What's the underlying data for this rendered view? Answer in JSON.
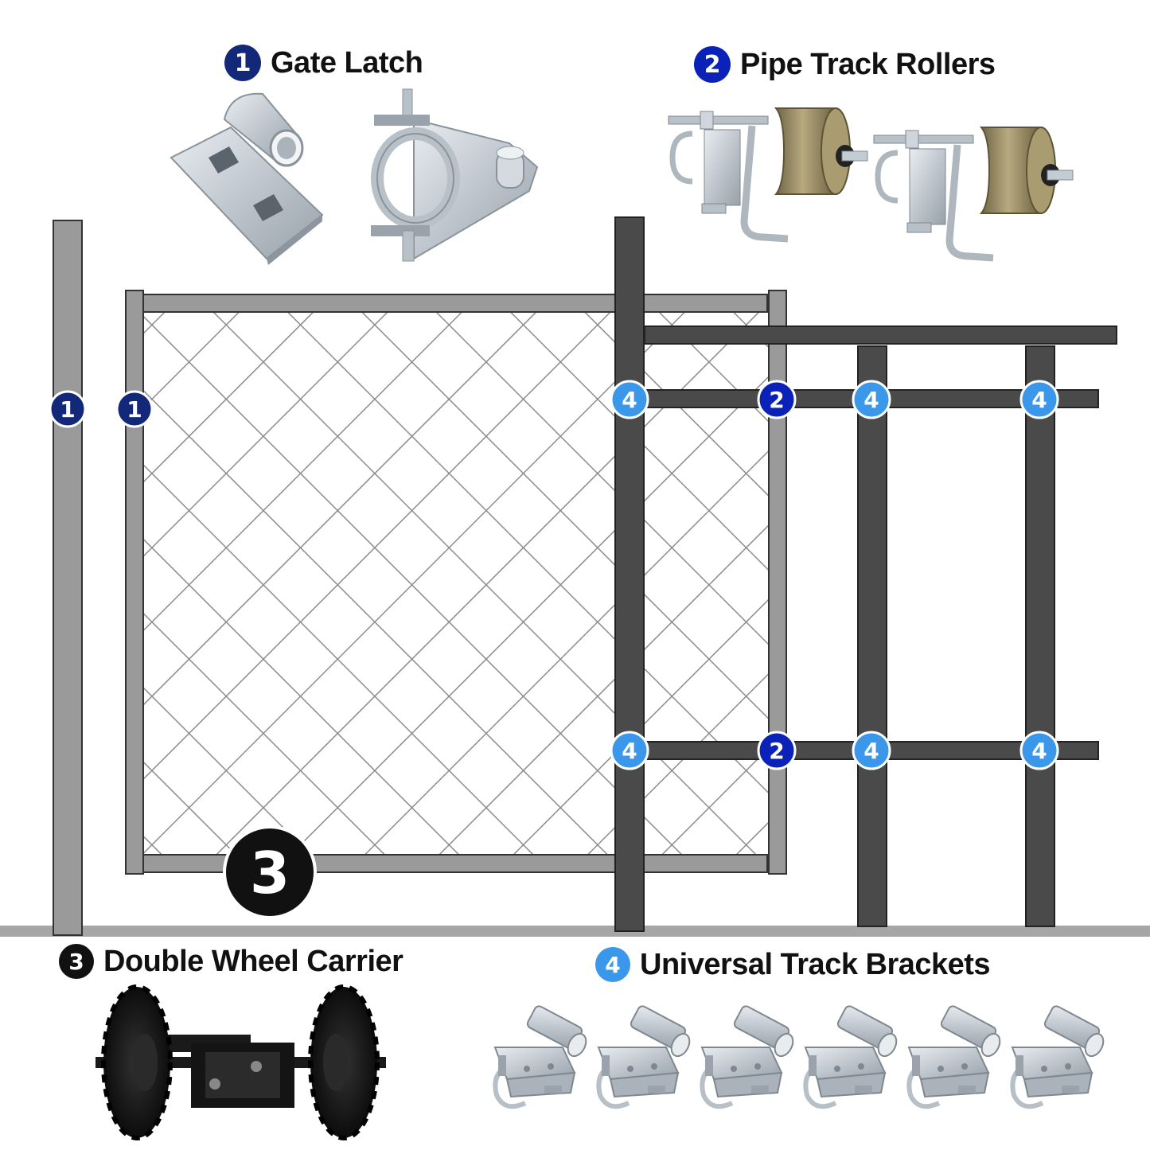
{
  "parts": [
    {
      "number": "1",
      "name": "Gate Latch",
      "badge_color": "#14287a"
    },
    {
      "number": "2",
      "name": "Pipe Track Rollers",
      "badge_color": "#0a22b8"
    },
    {
      "number": "3",
      "name": "Double Wheel Carrier",
      "badge_color": "#111111"
    },
    {
      "number": "4",
      "name": "Universal Track Brackets",
      "badge_color": "#3a97ea"
    }
  ],
  "diagram_markers": {
    "latch": "1",
    "roller": "2",
    "carrier": "3",
    "bracket": "4"
  },
  "colors": {
    "gate_frame": "#9a9a9a",
    "track_frame": "#4a4a4a",
    "mesh": "#8c8c8c",
    "ground": "#a6a6a6",
    "metal": "#c9ced4",
    "roller_bronze": "#9c9068"
  }
}
